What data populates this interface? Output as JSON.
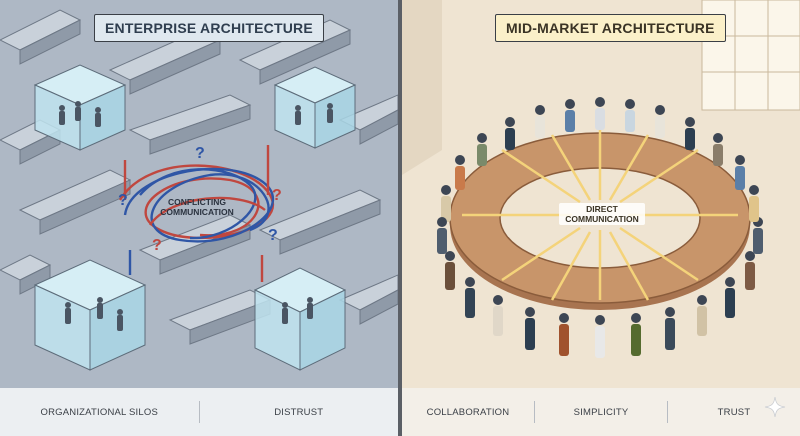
{
  "left_panel": {
    "title": "ENTERPRISE ARCHITECTURE",
    "center_label_line1": "CONFLICTING",
    "center_label_line2": "COMMUNICATION",
    "footer": [
      "ORGANIZATIONAL SILOS",
      "DISTRUST"
    ]
  },
  "right_panel": {
    "title": "MID-MARKET ARCHITECTURE",
    "center_label_line1": "DIRECT",
    "center_label_line2": "COMMUNICATION",
    "footer": [
      "COLLABORATION",
      "SIMPLICITY",
      "TRUST"
    ]
  },
  "colors": {
    "left_bg": "#b9c3cf",
    "right_bg": "#efe4d2",
    "wall": "#8f9aa8",
    "wall_top": "#c9d1da",
    "glass": "#bfe3ee",
    "line_red": "#c0473f",
    "line_blue": "#2f56a6",
    "table": "#c8956a",
    "arrow": "#f4d37a"
  },
  "icons": [
    "question-mark-icon",
    "sparkle-icon",
    "person-icon"
  ]
}
